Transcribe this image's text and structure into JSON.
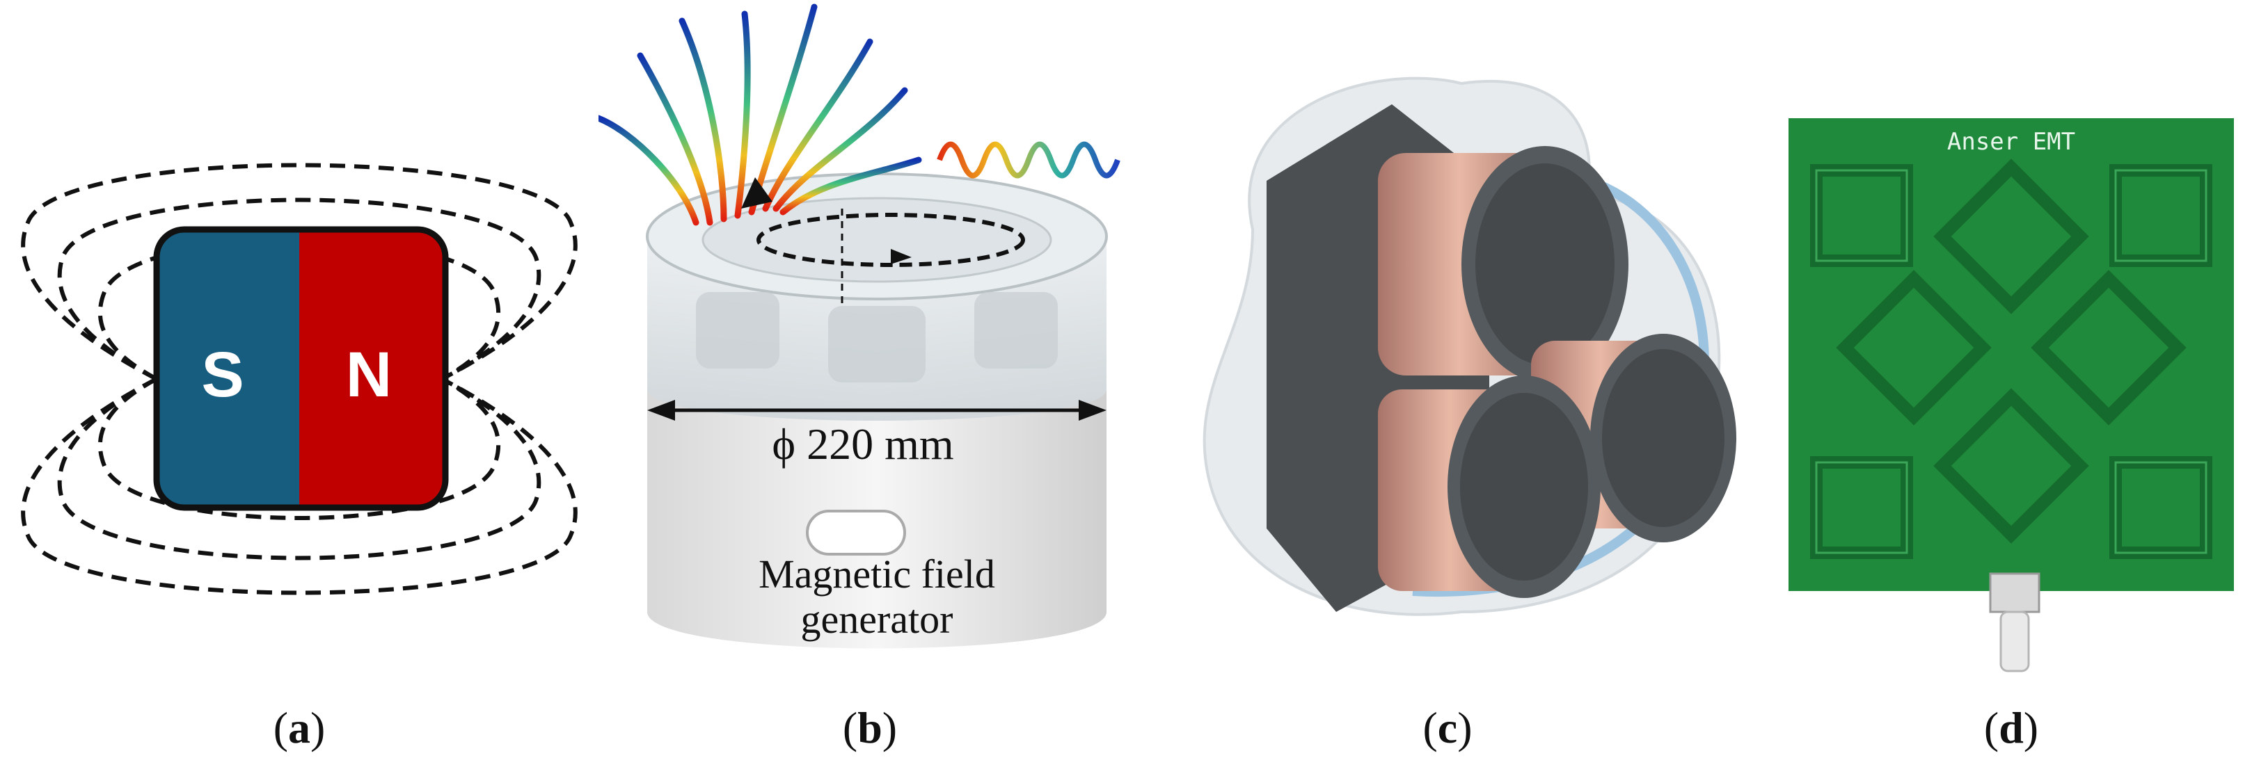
{
  "panels": [
    {
      "id": "a",
      "caption_letter": "a",
      "magnet": {
        "south_label": "S",
        "north_label": "N",
        "south_color": "#165d80",
        "north_color": "#c00000"
      }
    },
    {
      "id": "b",
      "caption_letter": "b",
      "diameter_label": "ϕ 220 mm",
      "title_line1": "Magnetic field",
      "title_line2": "generator"
    },
    {
      "id": "c",
      "caption_letter": "c"
    },
    {
      "id": "d",
      "caption_letter": "d",
      "board_title": "Anser EMT",
      "board_color": "#1f8a3c"
    }
  ]
}
